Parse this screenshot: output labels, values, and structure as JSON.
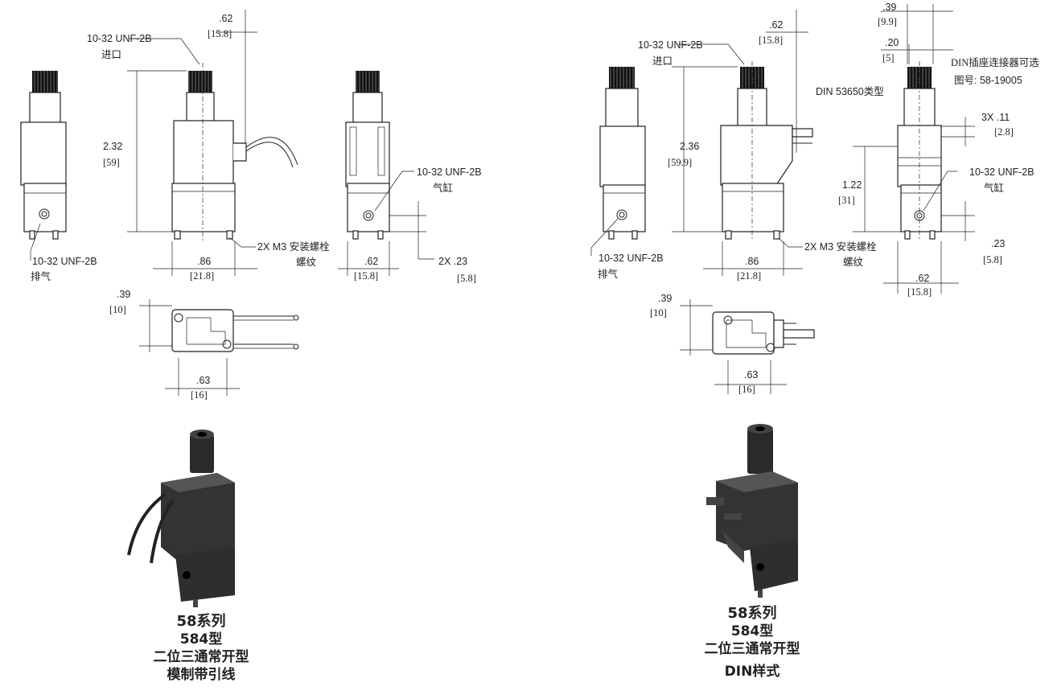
{
  "left": {
    "inlet_thread": "10-32 UNF-2B",
    "inlet_label": "进口",
    "exhaust_thread": "10-32 UNF-2B",
    "exhaust_label": "排气",
    "cyl_thread": "10-32 UNF-2B",
    "cyl_label": "气缸",
    "mount": "2X M3 安装螺栓",
    "mount2": "螺纹",
    "d_top_in": ".62",
    "d_top_mm": "[15.8]",
    "d_h_in": "2.32",
    "d_h_mm": "[59]",
    "d_w_in": ".86",
    "d_w_mm": "[21.8]",
    "d_side_in": ".62",
    "d_side_mm": "[15.8]",
    "d_port_in": "2X .23",
    "d_port_mm": "[5.8]",
    "d_bot_in": ".39",
    "d_bot_mm": "[10]",
    "d_bot2_in": ".63",
    "d_bot2_mm": "[16]",
    "caption": [
      "58系列",
      "584型",
      "二位三通常开型",
      "模制带引线"
    ]
  },
  "right": {
    "inlet_thread": "10-32 UNF-2B",
    "inlet_label": "进口",
    "exhaust_thread": "10-32 UNF-2B",
    "exhaust_label": "排气",
    "cyl_thread": "10-32 UNF-2B",
    "cyl_label": "气缸",
    "mount": "2X M3 安装螺栓",
    "mount2": "螺纹",
    "din_type": "DIN 53650类型",
    "din_opt": "DIN插座连接器可选",
    "din_part": "图号: 58-19005",
    "d_top_in": ".62",
    "d_top_mm": "[15.8]",
    "d_h_in": "2.36",
    "d_h_mm": "[59.9]",
    "d_w_in": ".86",
    "d_w_mm": "[21.8]",
    "d_39_in": ".39",
    "d_39_mm": "[9.9]",
    "d_20_in": ".20",
    "d_20_mm": "[5]",
    "d_pin_in": "3X .11",
    "d_pin_mm": "[2.8]",
    "d_122_in": "1.22",
    "d_122_mm": "[31]",
    "d_23_in": ".23",
    "d_23_mm": "[5.8]",
    "d_side_in": ".62",
    "d_side_mm": "[15.8]",
    "d_bot_in": ".39",
    "d_bot_mm": "[10]",
    "d_bot2_in": ".63",
    "d_bot2_mm": "[16]",
    "caption": [
      "58系列",
      "584型",
      "二位三通常开型",
      "DIN样式"
    ]
  }
}
